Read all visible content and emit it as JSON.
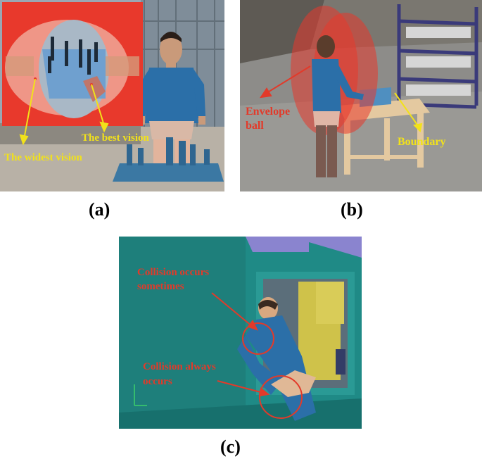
{
  "panels": {
    "a": {
      "caption": "(a)",
      "labels": {
        "best_vision": "The best vision",
        "widest_vision": "The widest vision"
      }
    },
    "b": {
      "caption": "(b)",
      "labels": {
        "envelope_line1": "Envelope",
        "envelope_line2": "ball",
        "boundary": "Boundary"
      }
    },
    "c": {
      "caption": "(c)",
      "labels": {
        "sometimes_line1": "Collision occurs",
        "sometimes_line2": "sometimes",
        "always_line1": "Collision always",
        "always_line2": "occurs"
      }
    }
  },
  "colors": {
    "annotation_yellow": "#f2e21a",
    "annotation_red": "#e23a2a",
    "vision_red": "#e8392c",
    "machine_teal": "#1f8a86",
    "manikin_blue": "#2b6fa8"
  }
}
